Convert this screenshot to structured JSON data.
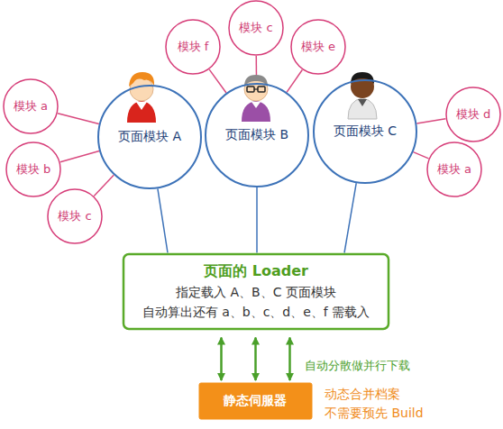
{
  "diagram": {
    "nodes": [
      {
        "text": [
          "模块 c"
        ]
      },
      {
        "text": [
          "模块 f"
        ]
      },
      {
        "text": [
          "模块 e"
        ]
      },
      {
        "text": [
          "模块 a"
        ]
      },
      {
        "text": [
          "模块 d"
        ]
      },
      {
        "text": [
          "页面模块 A"
        ]
      },
      {
        "text": [
          "页面模块 B"
        ]
      },
      {
        "text": [
          "页面模块 C"
        ]
      },
      {
        "text": [
          "模块 b"
        ]
      },
      {
        "text": [
          "模块 a"
        ]
      },
      {
        "text": [
          "模块 c"
        ]
      },
      {
        "text": [
          "页面的 Loader",
          "指定载入 A、B、C 页面模块",
          "自动算出还有 a、b、c、d、e、f 需载入"
        ]
      },
      {
        "text": [
          "静态伺服器"
        ]
      }
    ],
    "edges": [
      {
        "from": 5,
        "to": 3,
        "arrow": "none"
      },
      {
        "from": 5,
        "to": 8,
        "arrow": "none"
      },
      {
        "from": 5,
        "to": 10,
        "arrow": "none"
      },
      {
        "from": 6,
        "to": 1,
        "arrow": "none"
      },
      {
        "from": 6,
        "to": 0,
        "arrow": "none"
      },
      {
        "from": 6,
        "to": 2,
        "arrow": "none"
      },
      {
        "from": 7,
        "to": 4,
        "arrow": "none"
      },
      {
        "from": 7,
        "to": 9,
        "arrow": "none"
      },
      {
        "from": 11,
        "to": 5,
        "arrow": "none"
      },
      {
        "from": 11,
        "to": 6,
        "arrow": "none"
      },
      {
        "from": 11,
        "to": 7,
        "arrow": "none"
      },
      {
        "from": 12,
        "to": 11,
        "arrow": "both"
      },
      {
        "from": 12,
        "to": 11,
        "arrow": "both"
      },
      {
        "from": 12,
        "to": 11,
        "arrow": "both"
      }
    ],
    "labels": [
      "自动分散做并行下载",
      "动态合并档案 不需要预先 Build"
    ]
  }
}
